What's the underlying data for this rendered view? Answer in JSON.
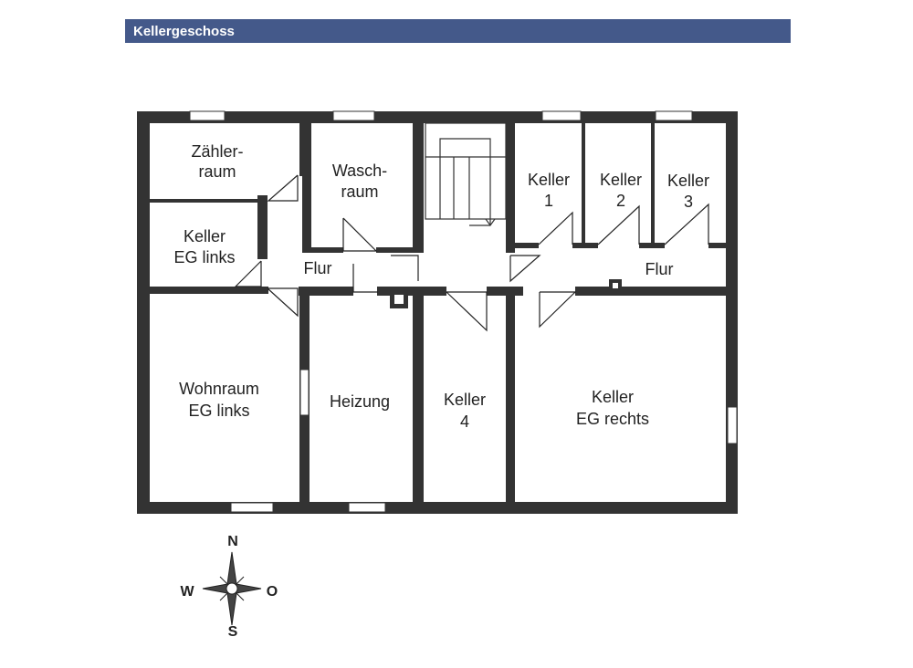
{
  "header": {
    "title": "Kellergeschoss"
  },
  "rooms": {
    "zaehlerraum": {
      "line1": "Zähler-",
      "line2": "raum"
    },
    "waschraum": {
      "line1": "Wasch-",
      "line2": "raum"
    },
    "keller1": {
      "line1": "Keller",
      "line2": "1"
    },
    "keller2": {
      "line1": "Keller",
      "line2": "2"
    },
    "keller3": {
      "line1": "Keller",
      "line2": "3"
    },
    "keller_eg_links": {
      "line1": "Keller",
      "line2": "EG links"
    },
    "flur_west": {
      "label": "Flur"
    },
    "flur_ost": {
      "label": "Flur"
    },
    "wohnraum": {
      "line1": "Wohnraum",
      "line2": "EG links"
    },
    "heizung": {
      "label": "Heizung"
    },
    "keller4": {
      "line1": "Keller",
      "line2": "4"
    },
    "keller_eg_rechts": {
      "line1": "Keller",
      "line2": "EG rechts"
    }
  },
  "compass": {
    "north": "N",
    "south": "S",
    "west": "W",
    "east": "O"
  },
  "colors": {
    "header": "#44598a",
    "wall": "#333333",
    "text": "#222222"
  }
}
